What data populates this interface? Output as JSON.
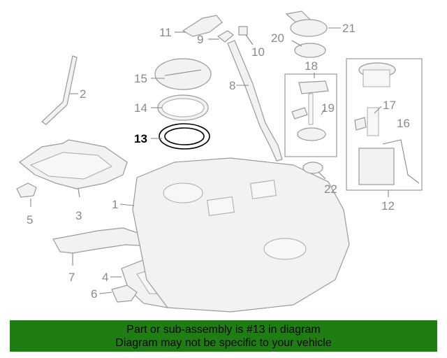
{
  "diagram": {
    "highlight_part": "13",
    "callouts": {
      "c1": "1",
      "c2": "2",
      "c3": "3",
      "c4": "4",
      "c5": "5",
      "c6": "6",
      "c7": "7",
      "c8": "8",
      "c9": "9",
      "c10": "10",
      "c11": "11",
      "c12": "12",
      "c13": "13",
      "c14": "14",
      "c15": "15",
      "c16": "16",
      "c17": "17",
      "c18": "18",
      "c19": "19",
      "c20": "20",
      "c21": "21",
      "c22": "22"
    },
    "colors": {
      "line": "#9a9a9a",
      "highlight": "#000000",
      "banner": "#1e7e12"
    }
  },
  "footer": {
    "line1": "Part or sub-assembly is #13 in diagram",
    "line2": "Diagram may not be specific to your vehicle"
  }
}
